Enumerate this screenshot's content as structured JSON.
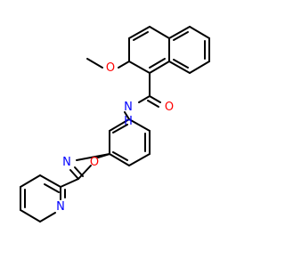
{
  "molecule": {
    "atoms": {
      "methoxy_c": {
        "symbol": "",
        "color": "#000000"
      },
      "methoxy_o": {
        "symbol": "O",
        "color": "#ff0000"
      },
      "amide_o": {
        "symbol": "O",
        "color": "#ff0000"
      },
      "amide_n": {
        "symbol": "N",
        "h": "H",
        "color": "#0000ff"
      },
      "oxazole_n": {
        "symbol": "N",
        "color": "#0000ff"
      },
      "oxazole_o": {
        "symbol": "O",
        "color": "#ff0000"
      },
      "pyridine_n": {
        "symbol": "N",
        "color": "#0000ff"
      }
    },
    "bond_color": "#000000"
  }
}
